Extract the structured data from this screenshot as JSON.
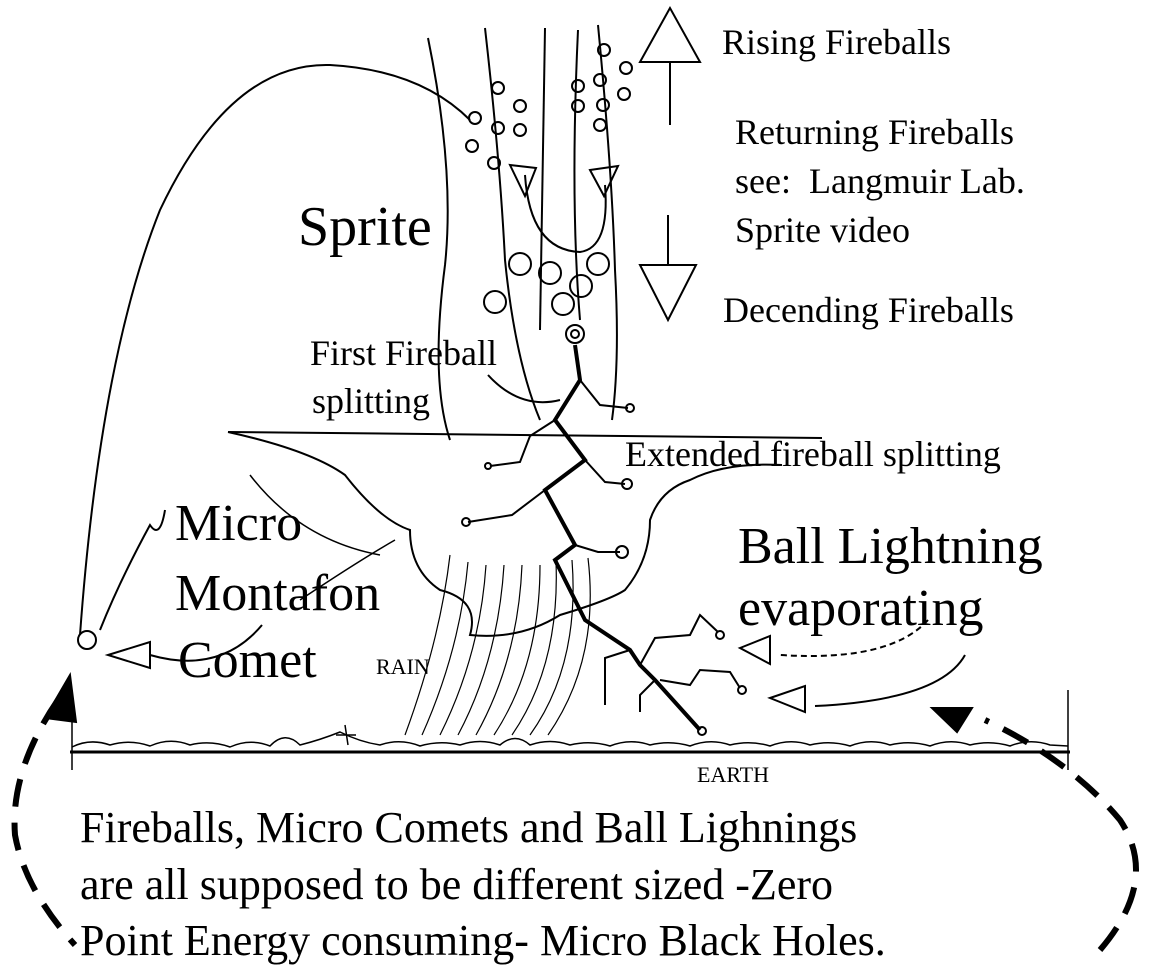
{
  "labels": {
    "rising": "Rising Fireballs",
    "returning_1": "Returning Fireballs",
    "returning_2": "see:  Langmuir Lab.",
    "returning_3": "Sprite video",
    "descending": "Decending Fireballs",
    "sprite": "Sprite",
    "first_1": "First Fireball",
    "first_2": "splitting",
    "extended": "Extended fireball splitting",
    "micro_1": "Micro",
    "micro_2": "Montafon",
    "micro_3": "Comet",
    "rain": "RAIN",
    "ball_1": "Ball Lightning",
    "ball_2": "evaporating",
    "earth": "EARTH"
  },
  "caption": {
    "line1": "Fireballs, Micro Comets and Ball Lighnings",
    "line2": "are all supposed to be different sized -Zero",
    "line3": "Point Energy consuming- Micro Black Holes."
  },
  "colors": {
    "ink": "#000000",
    "background": "#ffffff"
  }
}
